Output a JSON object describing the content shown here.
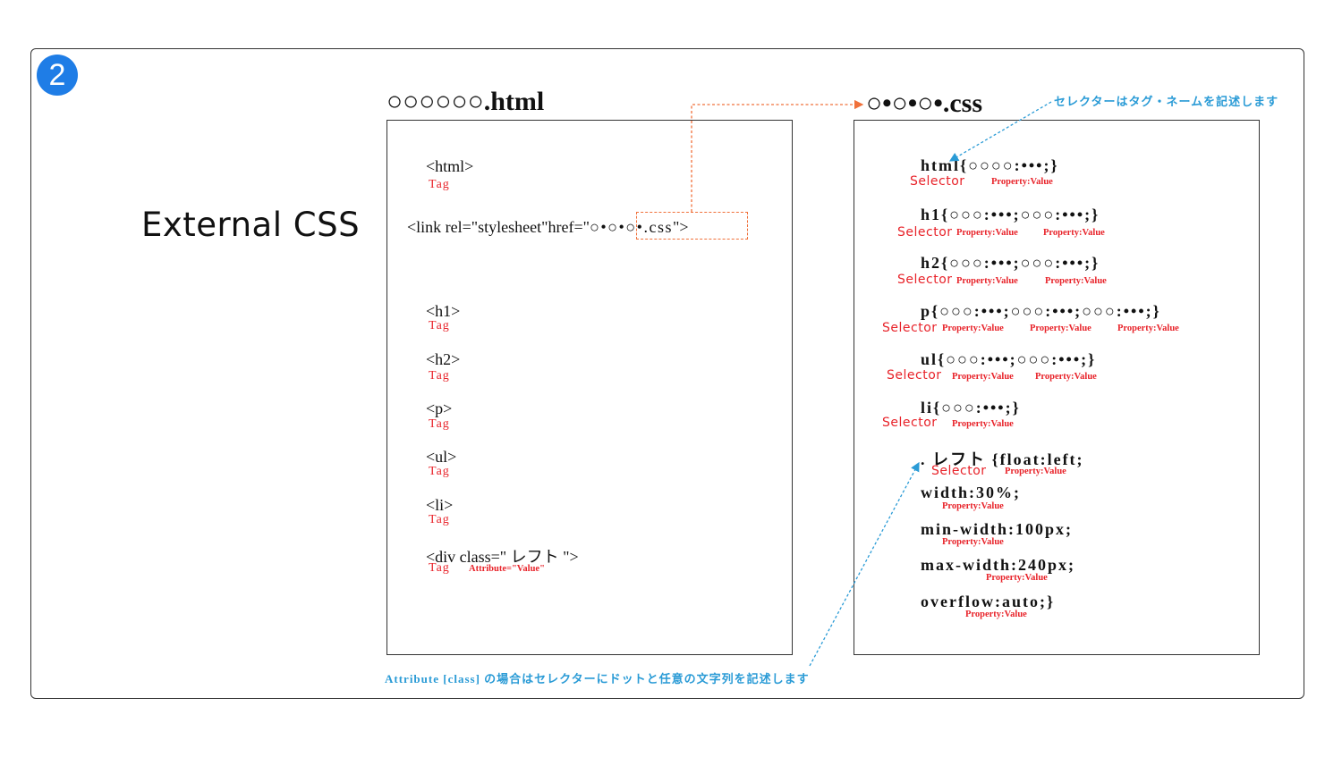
{
  "badge": "2",
  "title": "External CSS",
  "html_file": {
    "filename": "○○○○○○.html",
    "code": {
      "html": "<html>",
      "link": "<link rel=\"stylesheet\"href=\"",
      "link_href": "○•○•○•.css",
      "link_end": "\">",
      "h1": "<h1>",
      "h2": "<h2>",
      "p": "<p>",
      "ul": "<ul>",
      "li": "<li>",
      "div": "<div class=\" レフト \">"
    },
    "labels": {
      "tag": "Tag",
      "attribute": "Attribute=\"Value\""
    }
  },
  "css_file": {
    "filename": "○•○•○•.css",
    "rules": {
      "html": "html{○○○○:•••;}",
      "h1": "h1{○○○:•••;○○○:•••;}",
      "h2": "h2{○○○:•••;○○○:•••;}",
      "p": "p{○○○:•••;○○○:•••;○○○:•••;}",
      "ul": "ul{○○○:•••;○○○:•••;}",
      "li": "li{○○○:•••;}",
      "class_rule": ". レフト {float:left;",
      "width": "width:30%;",
      "min_width": "min-width:100px;",
      "max_width": "max-width:240px;",
      "overflow": "overflow:auto;}"
    },
    "labels": {
      "selector": "Selector",
      "property_value": "Property:Value"
    }
  },
  "annotations": {
    "selector_note": "セレクターはタグ・ネームを記述します",
    "class_note": "Attribute [class] の場合はセレクターにドットと任意の文字列を記述します"
  },
  "colors": {
    "badge": "#1f7de6",
    "label_red": "#e8232a",
    "link_orange": "#f0703a",
    "note_blue": "#2a9bd6"
  }
}
